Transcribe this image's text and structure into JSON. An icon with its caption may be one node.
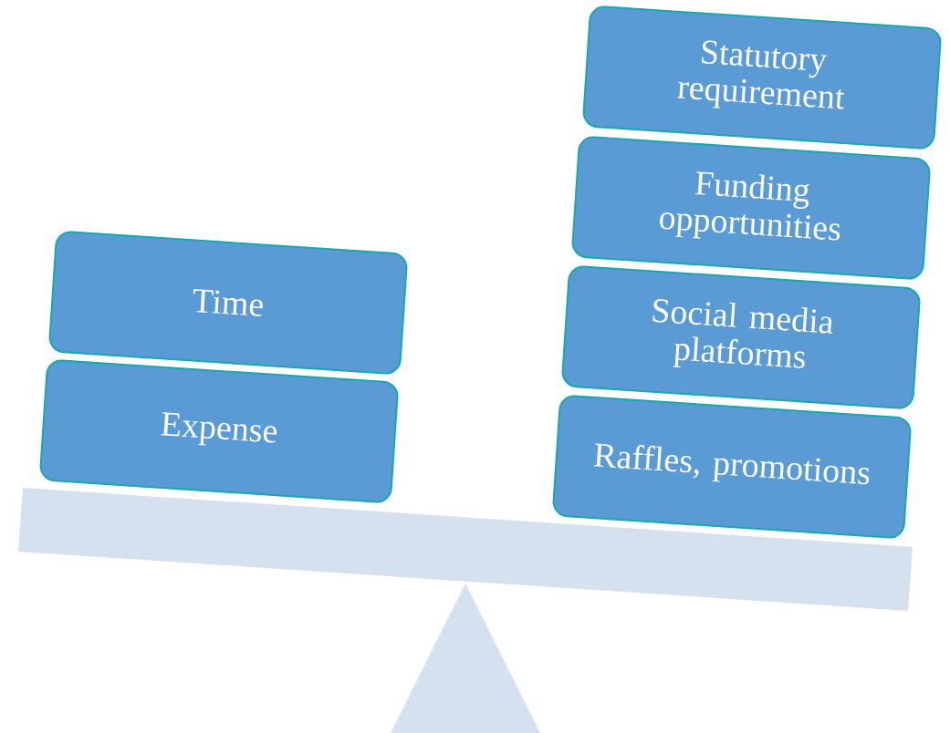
{
  "diagram": {
    "nodes": [
      {
        "text": [
          "Time"
        ]
      },
      {
        "text": [
          "Expense"
        ]
      },
      {
        "text": [
          "Statutory requirement"
        ]
      },
      {
        "text": [
          "Funding opportunities"
        ]
      },
      {
        "text": [
          "Social media platforms"
        ]
      },
      {
        "text": [
          "Raffles, promotions"
        ]
      }
    ]
  }
}
